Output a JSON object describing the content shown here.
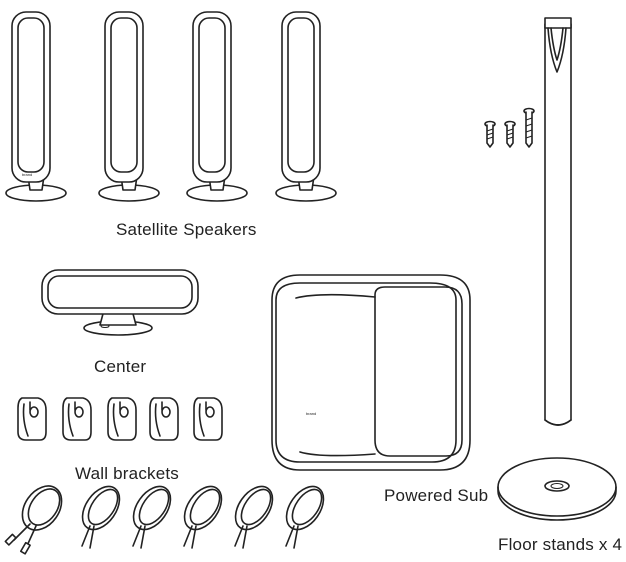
{
  "labels": {
    "satellite": "Satellite Speakers",
    "center": "Center",
    "wall_brackets": "Wall brackets",
    "sub": "Powered Sub",
    "floor_stands": "Floor stands x 4"
  },
  "colors": {
    "line": "#222222",
    "background": "#ffffff"
  }
}
